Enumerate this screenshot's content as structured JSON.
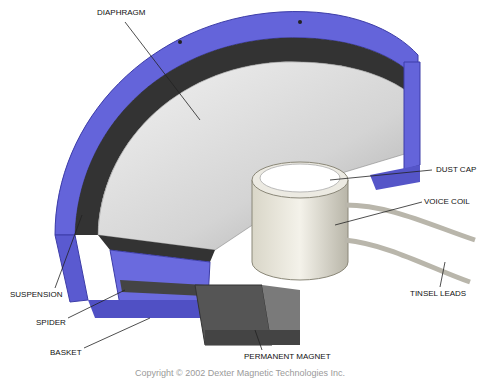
{
  "diagram": {
    "labels": [
      "DIAPHRAGM",
      "DUST CAP",
      "VOICE COIL",
      "SUSPENSION",
      "SPIDER",
      "BASKET",
      "PERMANENT MAGNET",
      "TINSEL LEADS",
      "Copyright © 2002 Dexter Magnetic Technologies Inc."
    ]
  }
}
